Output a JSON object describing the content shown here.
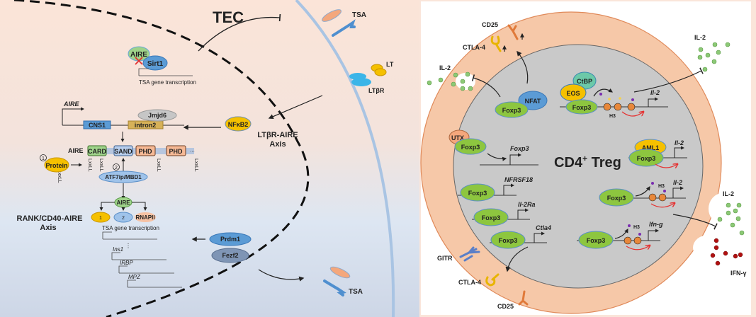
{
  "left_panel": {
    "cell_label": "TEC",
    "sirt1_module": {
      "aire": "AIRE",
      "sirt1": "Sirt1",
      "transcription": "TSA gene transcription",
      "inhibition_mark": "x-mark-icon"
    },
    "membrane_labels": {
      "tsa_top": "TSA",
      "lt": "LT",
      "ltbr": "LTβR",
      "tsa_bottom": "TSA"
    },
    "ltbr_axis": {
      "nfkb2": "NFκB2",
      "axis_line1": "LTβR-AIRE",
      "axis_line2": "Axis"
    },
    "aire_gene": {
      "gene_label": "AIRE",
      "cns1": "CNS1",
      "intron2": "intron2",
      "jmjd6": "Jmjd6"
    },
    "aire_protein": {
      "label": "AIRE",
      "domains": [
        "CARD",
        "SAND",
        "PHD",
        "PHD"
      ],
      "lxxll": [
        "LxxLL",
        "LxxLL",
        "LxxLL",
        "LxxLL",
        "LxxLL"
      ],
      "protein": "Protein",
      "step1": "1",
      "step2": "2",
      "atf7ip": "ATF7ip/MBD1"
    },
    "rank_axis": {
      "axis_line1": "RANK/CD40-AIRE",
      "axis_line2": "Axis",
      "aire": "AIRE",
      "partner1": "1",
      "partner2": "2",
      "rnapii": "RNAPII",
      "transcription": "TSA gene transcription",
      "genes": [
        "Ins1",
        "IRBP",
        "MPZ"
      ],
      "prdm1": "Prdm1",
      "fezf2": "Fezf2"
    }
  },
  "right_panel": {
    "cell_label": "CD4",
    "cell_label_sup": "+",
    "cell_label_suffix": " Treg",
    "surface": {
      "cd25_top": "CD25",
      "ctla4_top": "CTLA-4",
      "il2_left": "IL-2",
      "il2_top_right": "IL-2",
      "il2_right": "IL-2",
      "ifng": "IFN-γ",
      "gitr": "GITR",
      "ctla4_bottom": "CTLA-4",
      "cd25_bottom": "CD25"
    },
    "complexes": {
      "nfat": "NFAT",
      "foxp3": "Foxp3",
      "ctbp": "CtBP",
      "eos": "EOS",
      "h3": "H3",
      "il2_gene": "Il-2",
      "utx": "UTX",
      "foxp3_gene": "Foxp3",
      "aml1": "AML1",
      "nfrsf18_gene": "NFRSF18",
      "il2ra_gene": "Il-2Ra",
      "ctla4_gene": "Ctla4",
      "ifng_gene": "Ifn-g"
    }
  },
  "colors": {
    "foxp3": "#8dc63f",
    "aire": "#9fd38a",
    "blue_protein": "#5b9bd5",
    "yellow_protein": "#f5c000",
    "membrane": "#f6c8a8",
    "nucleus": "#c9c9c9",
    "il2_dot": "#8cc976",
    "ifng_dot": "#b01010",
    "inhibit_red": "#e53030"
  }
}
